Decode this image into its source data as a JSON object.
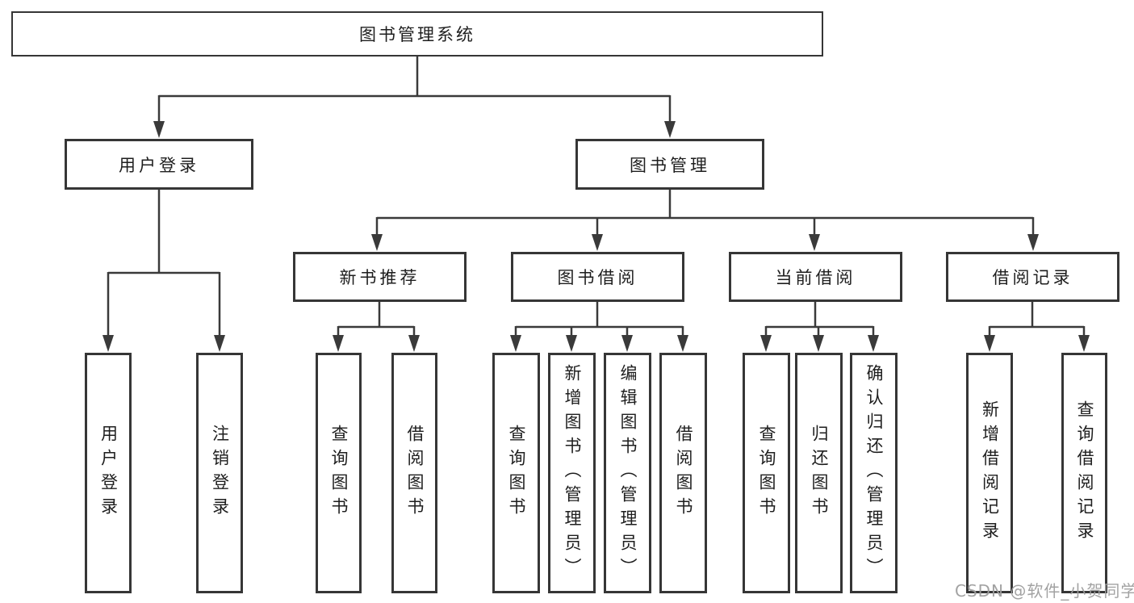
{
  "diagram": {
    "title": "图书管理系统",
    "watermark": "CSDN @软件_小贺同学",
    "colors": {
      "background": "#ffffff",
      "line": "#3a3a3a",
      "box_border": "#363636",
      "box_fill": "#ffffff",
      "text": "#1e1e1e",
      "watermark": "#9e9e9e"
    },
    "nodes": [
      {
        "id": "root",
        "label": "图书管理系统",
        "level": 1,
        "parent": null
      },
      {
        "id": "user-login-group",
        "label": "用户登录",
        "level": 2,
        "parent": "root"
      },
      {
        "id": "book-management",
        "label": "图书管理",
        "level": 2,
        "parent": "root"
      },
      {
        "id": "new-book-recommend",
        "label": "新书推荐",
        "level": 3,
        "parent": "book-management"
      },
      {
        "id": "book-borrow",
        "label": "图书借阅",
        "level": 3,
        "parent": "book-management"
      },
      {
        "id": "current-borrow",
        "label": "当前借阅",
        "level": 3,
        "parent": "book-management"
      },
      {
        "id": "borrow-records",
        "label": "借阅记录",
        "level": 3,
        "parent": "book-management"
      },
      {
        "id": "user-login",
        "label": "用户登录",
        "level": 4,
        "parent": "user-login-group"
      },
      {
        "id": "logout-login",
        "label": "注销登录",
        "level": 4,
        "parent": "user-login-group"
      },
      {
        "id": "query-books-1",
        "label": "查询图书",
        "level": 4,
        "parent": "new-book-recommend"
      },
      {
        "id": "borrow-books-1",
        "label": "借阅图书",
        "level": 4,
        "parent": "new-book-recommend"
      },
      {
        "id": "query-books-2",
        "label": "查询图书",
        "level": 4,
        "parent": "book-borrow"
      },
      {
        "id": "add-books-admin",
        "label": "新增图书（管理员）",
        "level": 4,
        "parent": "book-borrow"
      },
      {
        "id": "edit-books-admin",
        "label": "编辑图书（管理员）",
        "level": 4,
        "parent": "book-borrow"
      },
      {
        "id": "borrow-books-2",
        "label": "借阅图书",
        "level": 4,
        "parent": "book-borrow"
      },
      {
        "id": "query-books-3",
        "label": "查询图书",
        "level": 4,
        "parent": "current-borrow"
      },
      {
        "id": "return-books",
        "label": "归还图书",
        "level": 4,
        "parent": "current-borrow"
      },
      {
        "id": "confirm-return-admin",
        "label": "确认归还（管理员）",
        "level": 4,
        "parent": "current-borrow"
      },
      {
        "id": "add-borrow-record",
        "label": "新增借阅记录",
        "level": 4,
        "parent": "borrow-records"
      },
      {
        "id": "query-borrow-record",
        "label": "查询借阅记录",
        "level": 4,
        "parent": "borrow-records"
      }
    ]
  }
}
